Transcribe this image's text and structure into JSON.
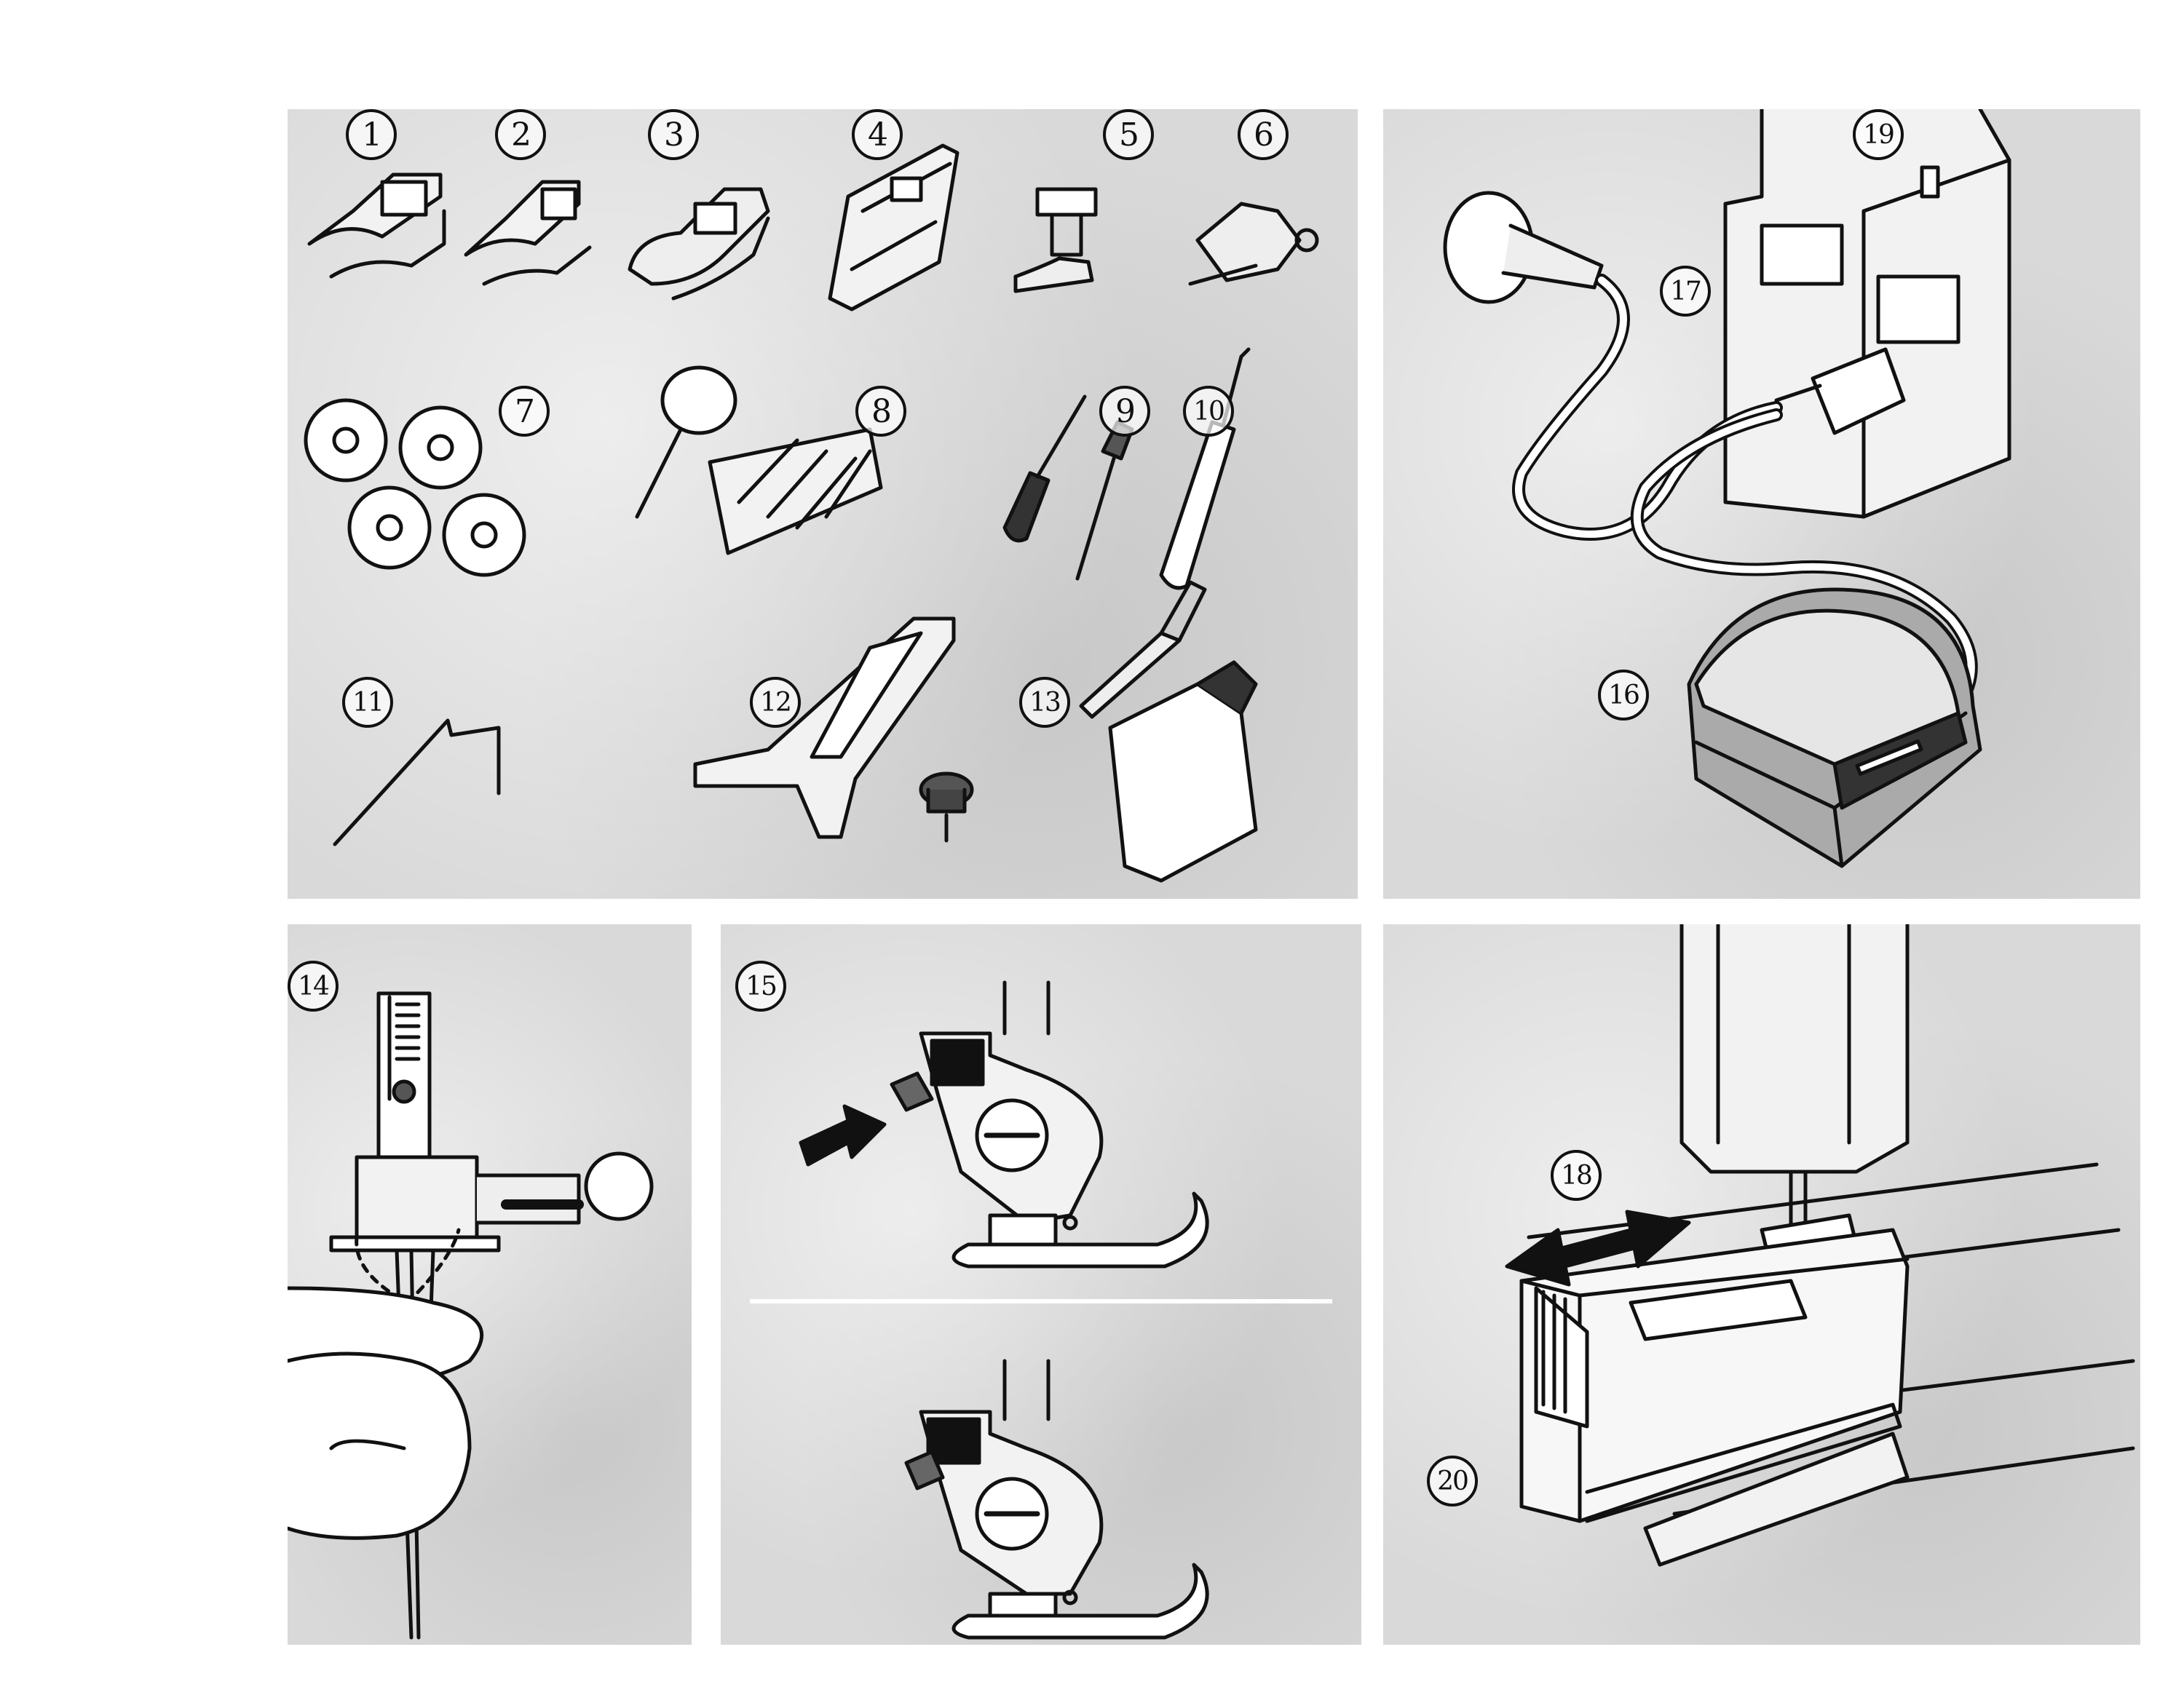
{
  "panels": {
    "accessories": {
      "labels": [
        "1",
        "2",
        "3",
        "4",
        "5",
        "6",
        "7",
        "8",
        "9",
        "10",
        "11",
        "12",
        "13"
      ]
    },
    "foot_control": {
      "labels": [
        "16",
        "17",
        "19"
      ]
    },
    "twin_needle": {
      "labels": [
        "14"
      ]
    },
    "presser_foot": {
      "labels": [
        "15"
      ]
    },
    "free_arm": {
      "labels": [
        "18",
        "20"
      ]
    }
  },
  "colors": {
    "ink": "#111111",
    "paper": "#ffffff",
    "halftone": "#d9d9d9"
  }
}
